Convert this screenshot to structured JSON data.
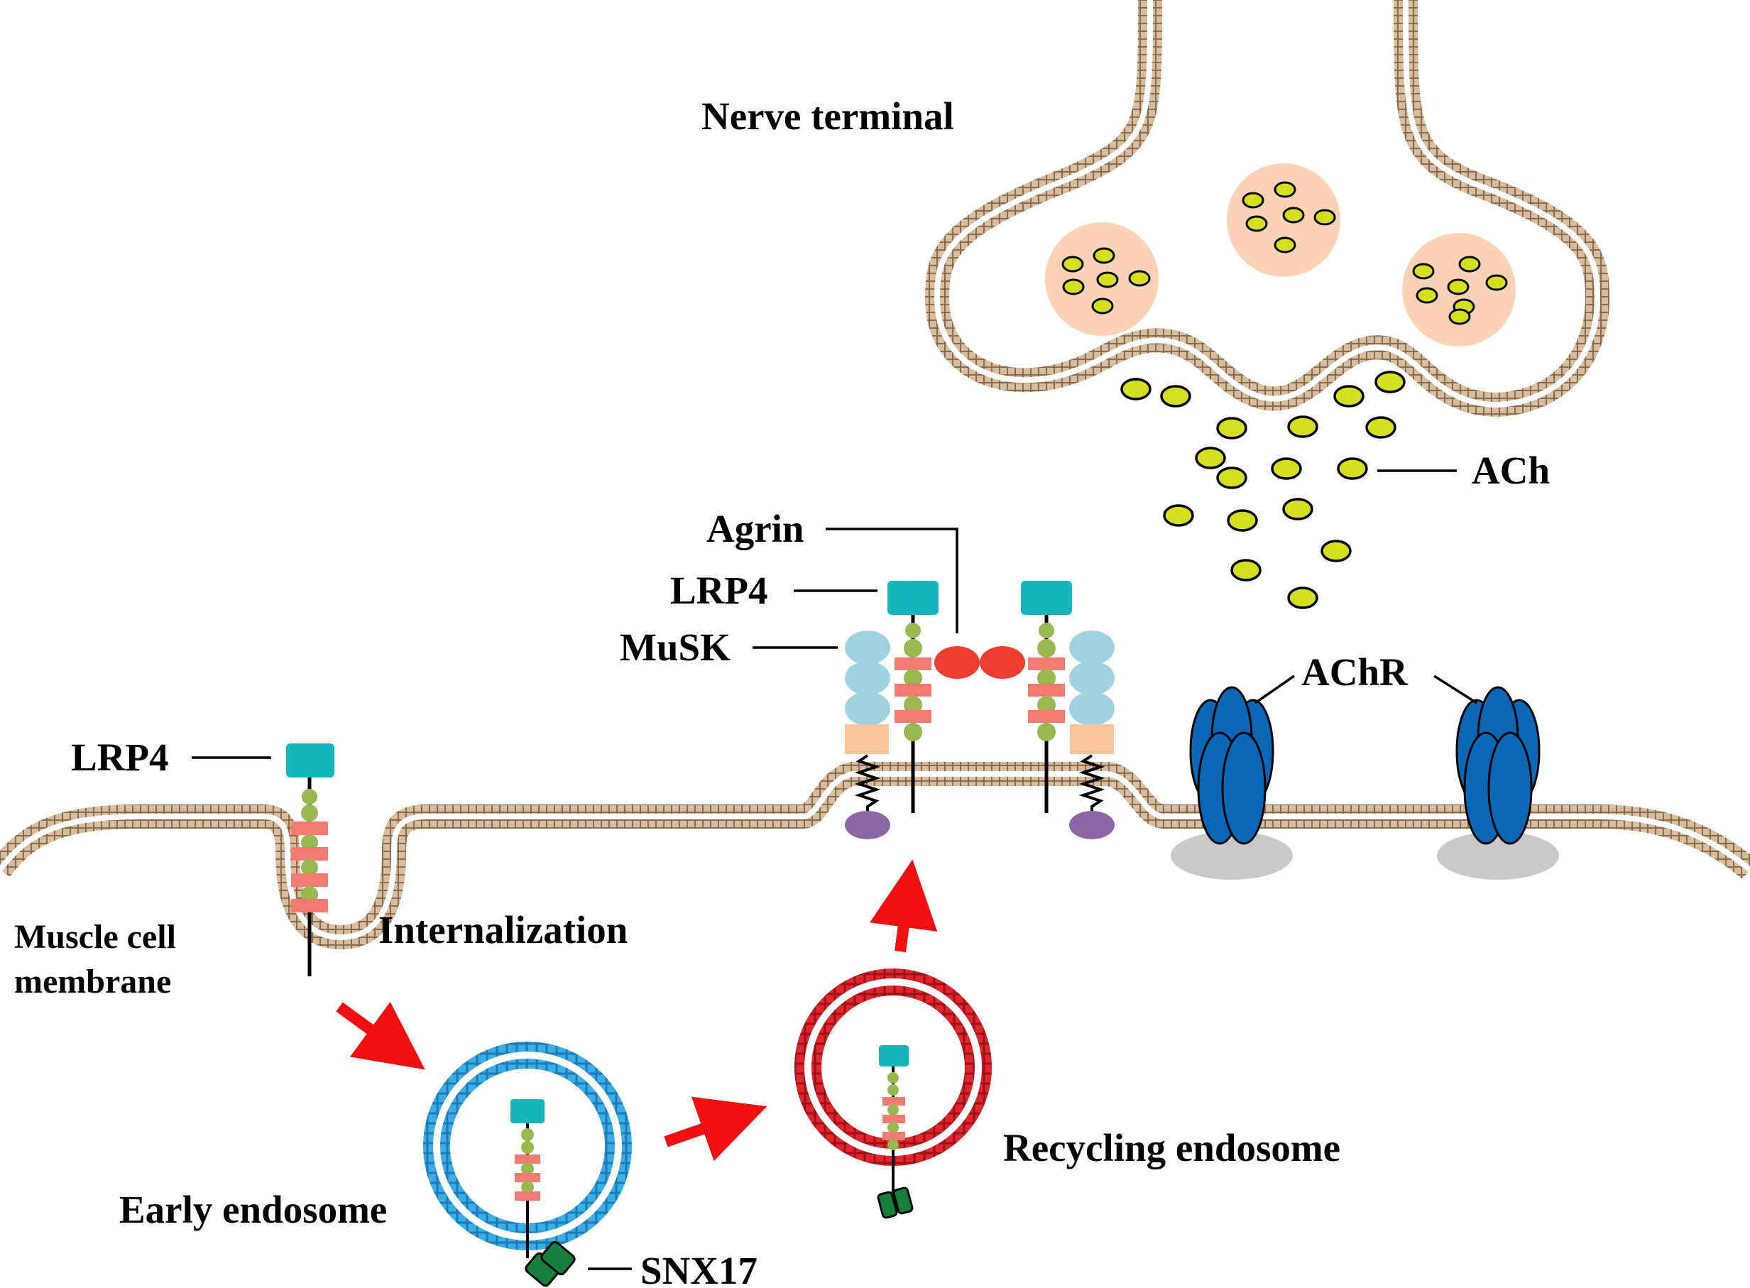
{
  "labels": {
    "nerve_terminal": "Nerve terminal",
    "ach": "ACh",
    "agrin": "Agrin",
    "lrp4_top": "LRP4",
    "musk": "MuSK",
    "achr": "AChR",
    "lrp4_left": "LRP4",
    "muscle_cell_membrane_line1": "Muscle cell",
    "muscle_cell_membrane_line2": "membrane",
    "internalization": "Internalization",
    "early_endosome": "Early endosome",
    "recycling_endosome": "Recycling endosome",
    "snx17": "SNX17"
  },
  "colors": {
    "membrane_tan": "#c8a98a",
    "vesicle_fill": "#fbd3b4",
    "ach_fill": "#d6df1e",
    "lrp4_head": "#17b5b9",
    "domain_green": "#97b74f",
    "domain_pink": "#f27a73",
    "musk_blue": "#9fd1e0",
    "musk_orange": "#f8c59a",
    "musk_purple": "#8b65a6",
    "agrin_red": "#ee3c2f",
    "achr_blue": "#0b67b7",
    "achr_base": "#c8c8c8",
    "early_endosome_blue": "#2ea3db",
    "recycling_endosome_red": "#e0212b",
    "snx17_green": "#15803d",
    "arrow_red": "#f01010"
  }
}
